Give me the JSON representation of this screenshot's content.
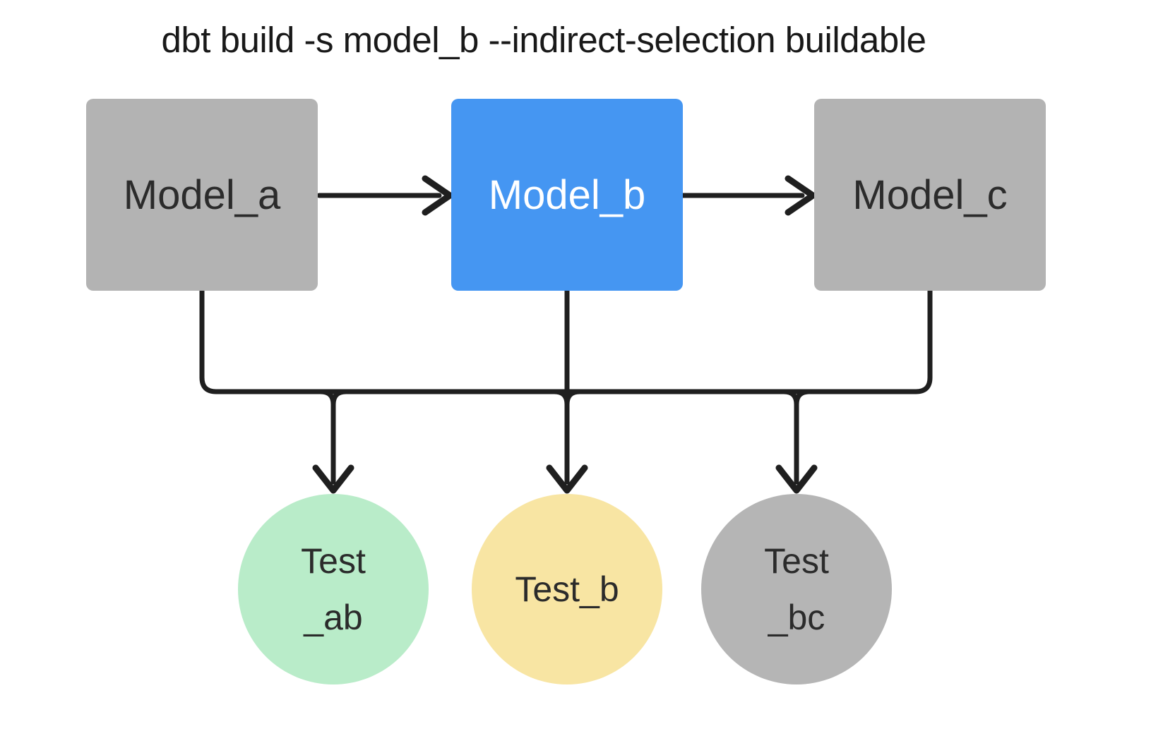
{
  "title": "dbt build -s model_b --indirect-selection buildable",
  "models": [
    {
      "id": "model_a",
      "label": "Model_a",
      "selected": false,
      "fill": "#b3b3b3",
      "text_color": "#2b2b2b"
    },
    {
      "id": "model_b",
      "label": "Model_b",
      "selected": true,
      "fill": "#4596f2",
      "text_color": "#ffffff"
    },
    {
      "id": "model_c",
      "label": "Model_c",
      "selected": false,
      "fill": "#b3b3b3",
      "text_color": "#2b2b2b"
    }
  ],
  "tests": [
    {
      "id": "test_ab",
      "line1": "Test",
      "line2": "_ab",
      "fill": "#b9ecc9"
    },
    {
      "id": "test_b",
      "line1": "Test_b",
      "line2": "",
      "fill": "#f8e5a3"
    },
    {
      "id": "test_bc",
      "line1": "Test",
      "line2": "_bc",
      "fill": "#b5b5b5"
    }
  ],
  "edges": [
    {
      "from": "model_a",
      "to": "model_b"
    },
    {
      "from": "model_b",
      "to": "model_c"
    },
    {
      "from": "model_a",
      "to": "test_ab"
    },
    {
      "from": "model_b",
      "to": "test_ab"
    },
    {
      "from": "model_b",
      "to": "test_b"
    },
    {
      "from": "model_b",
      "to": "test_bc"
    },
    {
      "from": "model_c",
      "to": "test_bc"
    }
  ],
  "colors": {
    "background": "#ffffff",
    "edge": "#1f1f1f"
  }
}
